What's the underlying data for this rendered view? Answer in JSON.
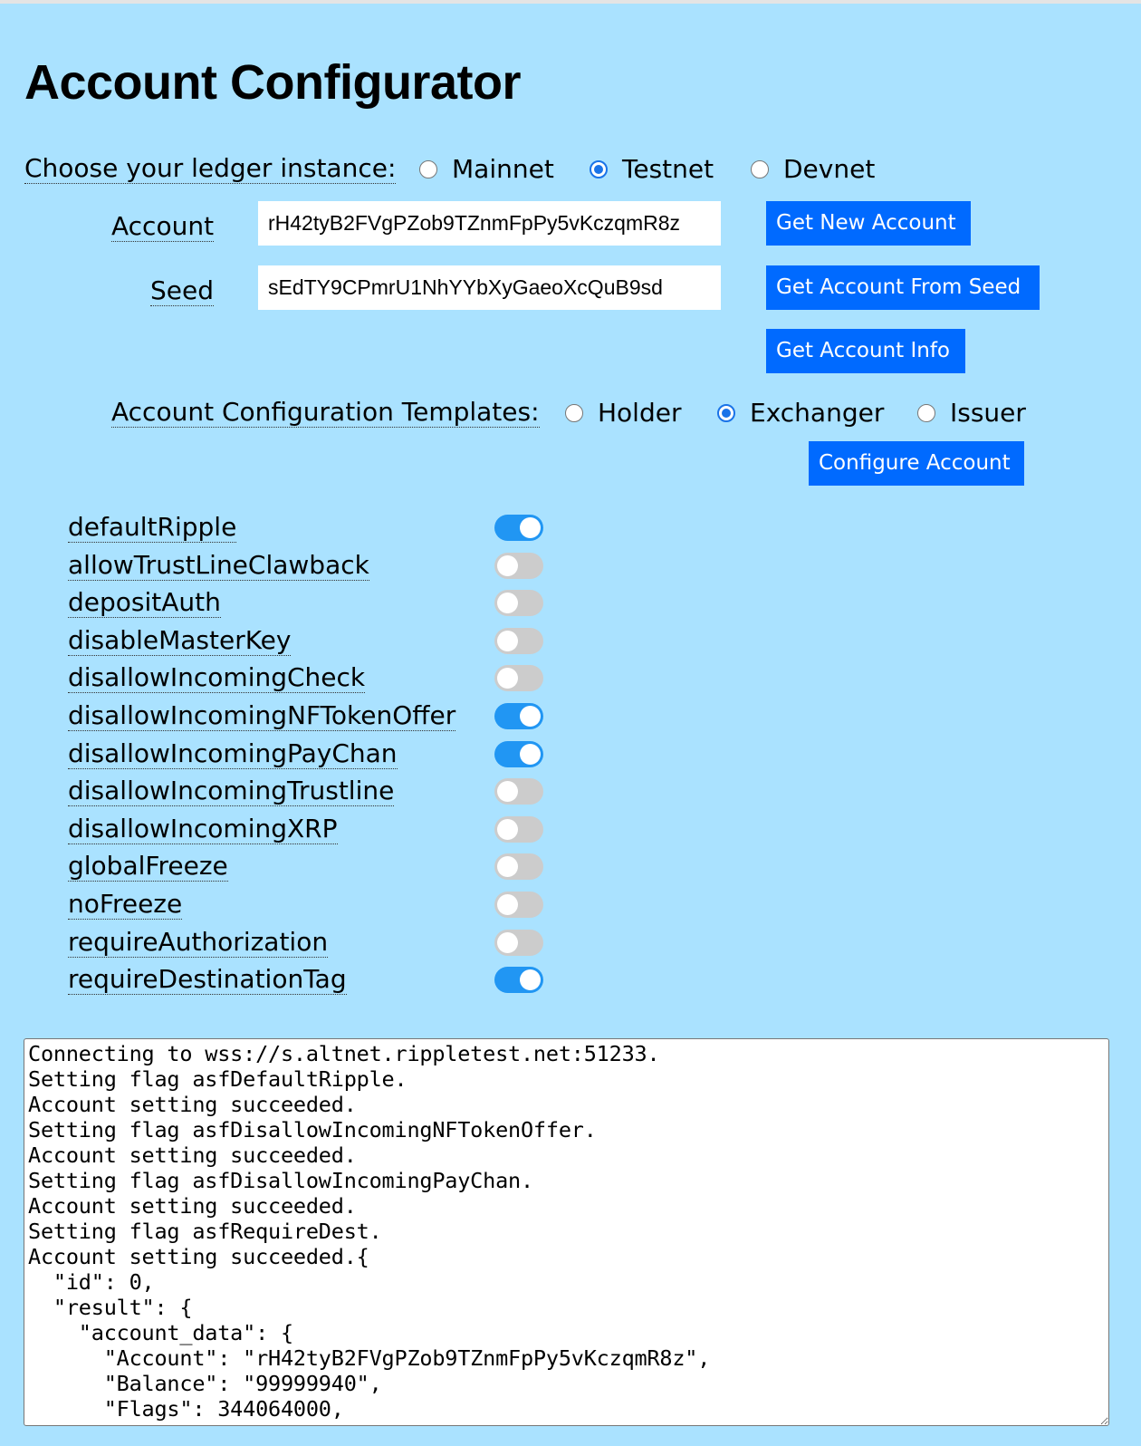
{
  "title": "Account Configurator",
  "ledger": {
    "label": "Choose your ledger instance:",
    "options": [
      "Mainnet",
      "Testnet",
      "Devnet"
    ],
    "selected": "Testnet"
  },
  "account": {
    "label": "Account",
    "value": "rH42tyB2FVgPZob9TZnmFpPy5vKczqmR8z"
  },
  "seed": {
    "label": "Seed",
    "value": "sEdTY9CPmrU1NhYYbXyGaeoXcQuB9sd"
  },
  "buttons": {
    "get_new_account": "Get New Account",
    "get_from_seed": "Get Account From Seed",
    "get_info": "Get Account Info",
    "configure": "Configure Account"
  },
  "templates": {
    "label": "Account Configuration Templates:",
    "options": [
      "Holder",
      "Exchanger",
      "Issuer"
    ],
    "selected": "Exchanger"
  },
  "flags": [
    {
      "name": "defaultRipple",
      "on": true
    },
    {
      "name": "allowTrustLineClawback",
      "on": false
    },
    {
      "name": "depositAuth",
      "on": false
    },
    {
      "name": "disableMasterKey",
      "on": false
    },
    {
      "name": "disallowIncomingCheck",
      "on": false
    },
    {
      "name": "disallowIncomingNFTokenOffer",
      "on": true
    },
    {
      "name": "disallowIncomingPayChan",
      "on": true
    },
    {
      "name": "disallowIncomingTrustline",
      "on": false
    },
    {
      "name": "disallowIncomingXRP",
      "on": false
    },
    {
      "name": "globalFreeze",
      "on": false
    },
    {
      "name": "noFreeze",
      "on": false
    },
    {
      "name": "requireAuthorization",
      "on": false
    },
    {
      "name": "requireDestinationTag",
      "on": true
    }
  ],
  "colors": {
    "background": "#aae2ff",
    "button": "#006aff",
    "toggle_on": "#2196f3",
    "toggle_off": "#cccccc"
  },
  "results": "Connecting to wss://s.altnet.rippletest.net:51233.\nSetting flag asfDefaultRipple.\nAccount setting succeeded.\nSetting flag asfDisallowIncomingNFTokenOffer.\nAccount setting succeeded.\nSetting flag asfDisallowIncomingPayChan.\nAccount setting succeeded.\nSetting flag asfRequireDest.\nAccount setting succeeded.{\n  \"id\": 0,\n  \"result\": {\n    \"account_data\": {\n      \"Account\": \"rH42tyB2FVgPZob9TZnmFpPy5vKczqmR8z\",\n      \"Balance\": \"99999940\",\n      \"Flags\": 344064000,"
}
